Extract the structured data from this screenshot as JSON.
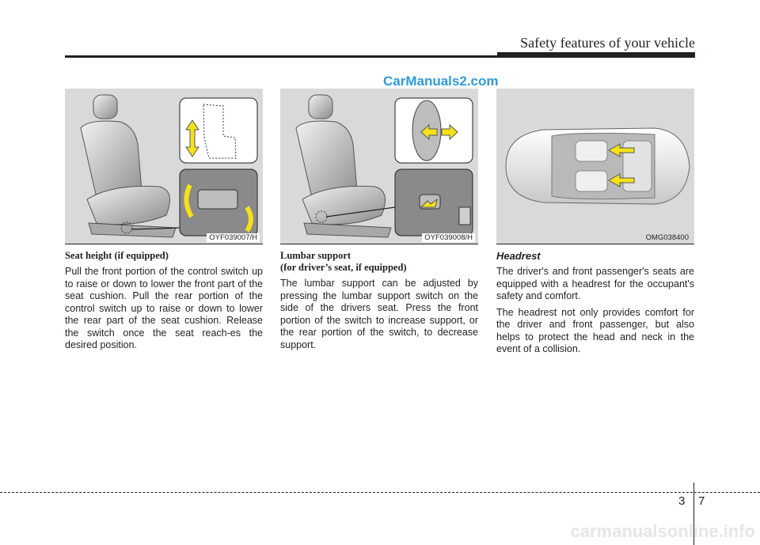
{
  "header": {
    "section_title": "Safety features of your vehicle"
  },
  "watermark": "CarManuals2.com",
  "figures": [
    {
      "code": "OYF039007/H"
    },
    {
      "code": "OYF039008/H"
    },
    {
      "code": "OMG038400"
    }
  ],
  "sections": {
    "seat_height": {
      "heading": "Seat height (if equipped)",
      "body": "Pull the front portion of the control switch up to raise or down to lower the front part of the seat cushion. Pull the rear portion of the control switch up to raise or down to lower the rear part of the seat cushion. Release the switch once the seat reach-es the desired position."
    },
    "lumbar": {
      "heading_line1": "Lumbar support",
      "heading_line2": "(for driver’s seat, if equipped)",
      "body": "The lumbar support can be adjusted by pressing the lumbar support switch on the side of the drivers seat. Press the front portion of the switch to increase support, or the rear portion of the switch, to decrease support."
    },
    "headrest": {
      "heading": "Headrest",
      "body1": "The driver's and front passenger's seats are equipped with a headrest for the occupant's safety and comfort.",
      "body2": "The headrest not only provides comfort for the driver and front passenger, but also helps to protect the head and neck in the event of a collision."
    }
  },
  "footer": {
    "chapter": "3",
    "page": "7",
    "watermark": "carmanualsonline.info"
  },
  "colors": {
    "arrow_yellow": "#f5e11b",
    "figure_bg": "#d9d9d9",
    "watermark_blue": "#2f9bd6"
  }
}
